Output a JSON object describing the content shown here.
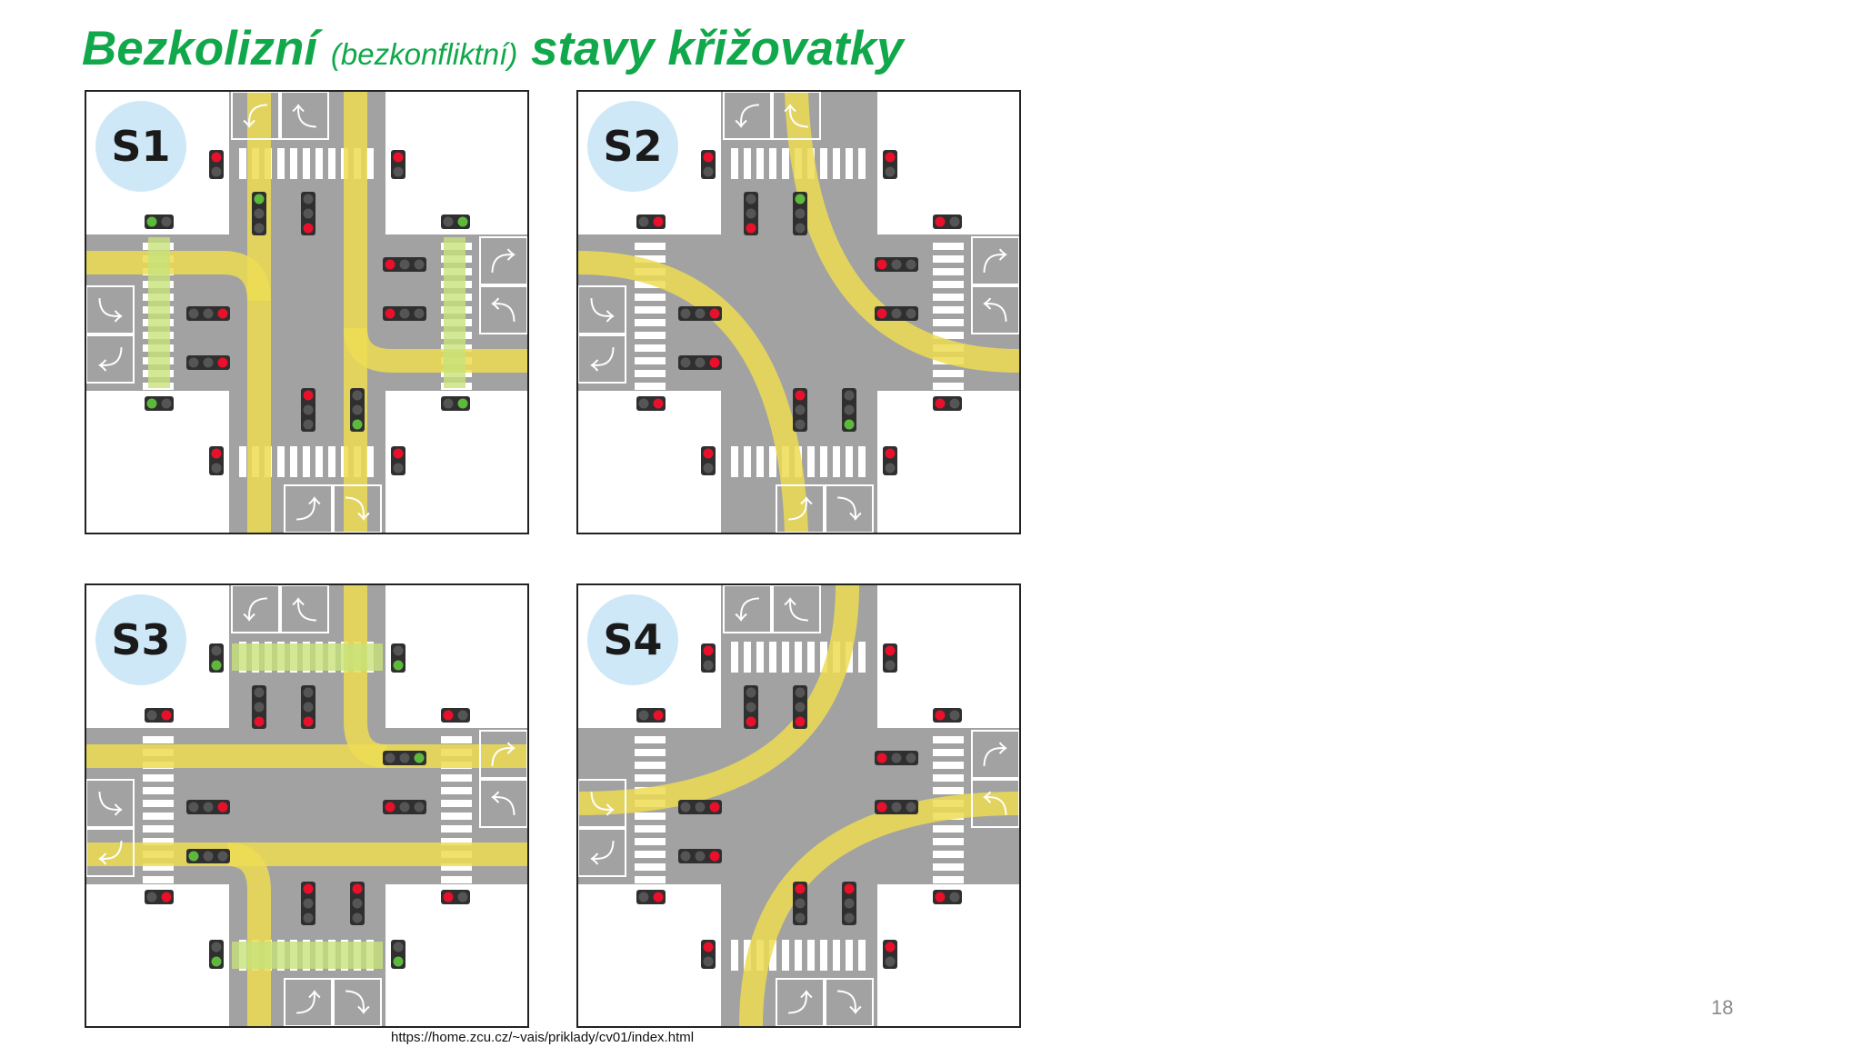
{
  "title": {
    "main": "Bezkolizní",
    "paren": "(bezkonfliktní)",
    "rest": "stavy křižovatky"
  },
  "panels": [
    {
      "label": "S1"
    },
    {
      "label": "S2"
    },
    {
      "label": "S3"
    },
    {
      "label": "S4"
    }
  ],
  "source_url": "https://home.zcu.cz/~vais/priklady/cv01/index.html",
  "page_number": "18",
  "colors": {
    "title_green": "#11a84b",
    "road": "#a2a2a2",
    "path": "#eddc52",
    "light_red": "#e8102a",
    "light_green": "#5db93b",
    "badge": "#cfe8f7"
  }
}
